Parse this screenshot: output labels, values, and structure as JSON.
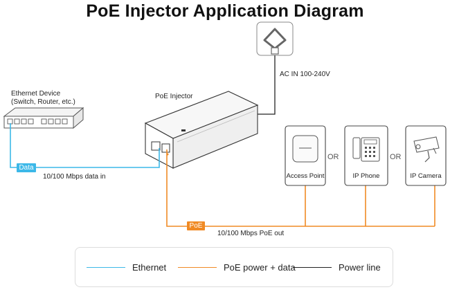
{
  "title": "PoE Injector Application Diagram",
  "colors": {
    "ethernet": "#3cb8e8",
    "poe": "#f08a24",
    "power": "#222222"
  },
  "ethernet_device": {
    "line1": "Ethernet Device",
    "line2": "(Switch, Router, etc.)",
    "icon": "switch-icon"
  },
  "injector": {
    "label": "PoE Injector",
    "icon": "poe-injector-icon"
  },
  "power": {
    "label": "AC IN 100-240V",
    "icon": "ac-plug-icon"
  },
  "data_link": {
    "tag": "Data",
    "label": "10/100 Mbps data in"
  },
  "poe_link": {
    "tag": "PoE",
    "label": "10/100 Mbps PoE out"
  },
  "devices": [
    {
      "label": "Access Point",
      "icon": "access-point-icon"
    },
    {
      "label": "IP Phone",
      "icon": "ip-phone-icon"
    },
    {
      "label": "IP Camera",
      "icon": "ip-camera-icon"
    }
  ],
  "or_labels": [
    "OR",
    "OR"
  ],
  "legend": [
    {
      "label": "Ethernet",
      "color": "#3cb8e8"
    },
    {
      "label": "PoE power + data",
      "color": "#f08a24"
    },
    {
      "label": "Power line",
      "color": "#222222"
    }
  ]
}
